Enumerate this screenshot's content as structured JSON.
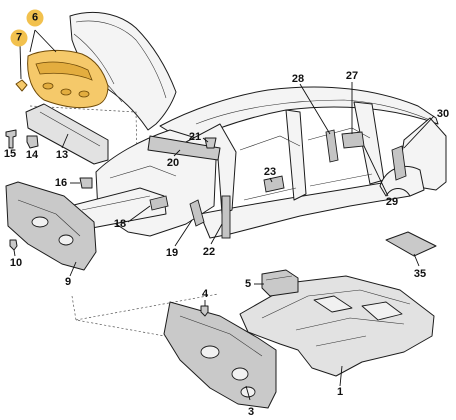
{
  "diagram": {
    "highlight_color": "#f2c14e",
    "callouts": [
      {
        "key": "6",
        "text": "6",
        "highlighted": true
      },
      {
        "key": "7",
        "text": "7",
        "highlighted": true
      },
      {
        "key": "1",
        "text": "1",
        "highlighted": false
      },
      {
        "key": "3",
        "text": "3",
        "highlighted": false
      },
      {
        "key": "4",
        "text": "4",
        "highlighted": false
      },
      {
        "key": "5",
        "text": "5",
        "highlighted": false
      },
      {
        "key": "9",
        "text": "9",
        "highlighted": false
      },
      {
        "key": "10",
        "text": "10",
        "highlighted": false
      },
      {
        "key": "13",
        "text": "13",
        "highlighted": false
      },
      {
        "key": "14",
        "text": "14",
        "highlighted": false
      },
      {
        "key": "15",
        "text": "15",
        "highlighted": false
      },
      {
        "key": "16",
        "text": "16",
        "highlighted": false
      },
      {
        "key": "18",
        "text": "18",
        "highlighted": false
      },
      {
        "key": "19",
        "text": "19",
        "highlighted": false
      },
      {
        "key": "20",
        "text": "20",
        "highlighted": false
      },
      {
        "key": "21",
        "text": "21",
        "highlighted": false
      },
      {
        "key": "22",
        "text": "22",
        "highlighted": false
      },
      {
        "key": "23",
        "text": "23",
        "highlighted": false
      },
      {
        "key": "27",
        "text": "27",
        "highlighted": false
      },
      {
        "key": "28",
        "text": "28",
        "highlighted": false
      },
      {
        "key": "29",
        "text": "29",
        "highlighted": false
      },
      {
        "key": "30",
        "text": "30",
        "highlighted": false
      },
      {
        "key": "35",
        "text": "35",
        "highlighted": false
      }
    ]
  }
}
